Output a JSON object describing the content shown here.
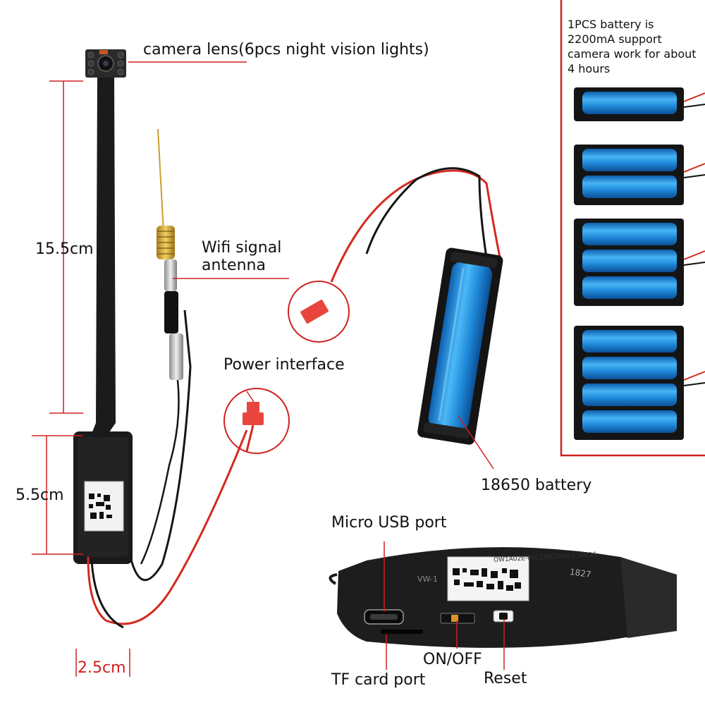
{
  "labels": {
    "camera_lens": "camera lens(6pcs night vision lights)",
    "length_cable": "15.5cm",
    "wifi_antenna_line1": "Wifi signal",
    "wifi_antenna_line2": "antenna",
    "power_interface": "Power interface",
    "length_board": "5.5cm",
    "width_board": "2.5cm",
    "battery": "18650 battery",
    "micro_usb": "Micro USB port",
    "on_off": "ON/OFF",
    "reset": "Reset",
    "tf_card": "TF card port"
  },
  "battery_note": "1PCS battery is 2200mA support camera work for about 4 hours",
  "board_printed": {
    "code": "OW1A02E-00C16R20HU-C50016",
    "batch": "1827",
    "model": "VW-1"
  },
  "battery_packs": [
    {
      "cells": 1
    },
    {
      "cells": 2
    },
    {
      "cells": 3
    },
    {
      "cells": 4
    }
  ],
  "colors": {
    "callout_red": "#d02020",
    "cell_blue": "#1e88d8",
    "holder_black": "#141414",
    "connector_red": "#e8463c"
  }
}
